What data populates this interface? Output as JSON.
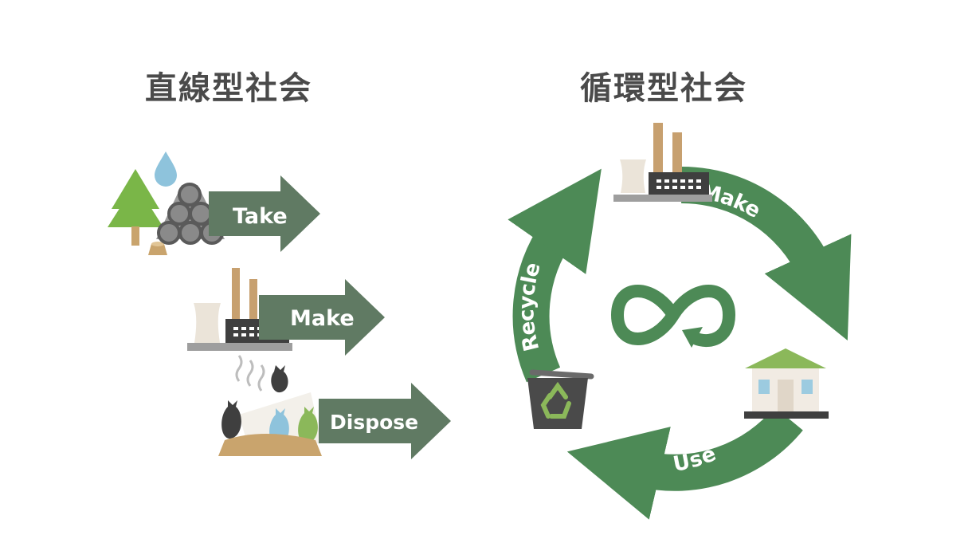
{
  "linear": {
    "title": "直線型社会",
    "steps": [
      {
        "label": "Take"
      },
      {
        "label": "Make"
      },
      {
        "label": "Dispose"
      }
    ]
  },
  "circular": {
    "title": "循環型社会",
    "steps": [
      {
        "label": "Make"
      },
      {
        "label": "Use"
      },
      {
        "label": "Recycle"
      }
    ]
  },
  "colors": {
    "linear_arrow": "#607a63",
    "circular_arrow": "#4d8a56",
    "title_text": "#4a4a4a",
    "factory_stack": "#c7a06f",
    "tree_green": "#7ab648",
    "water_drop": "#8ec3dc",
    "roof_green": "#8bb85a"
  },
  "icons": [
    "tree-icon",
    "water-drop-icon",
    "pipes-icon",
    "factory-icon",
    "garbage-icon",
    "house-icon",
    "trash-bin-icon",
    "recycle-icon",
    "infinity-icon"
  ]
}
